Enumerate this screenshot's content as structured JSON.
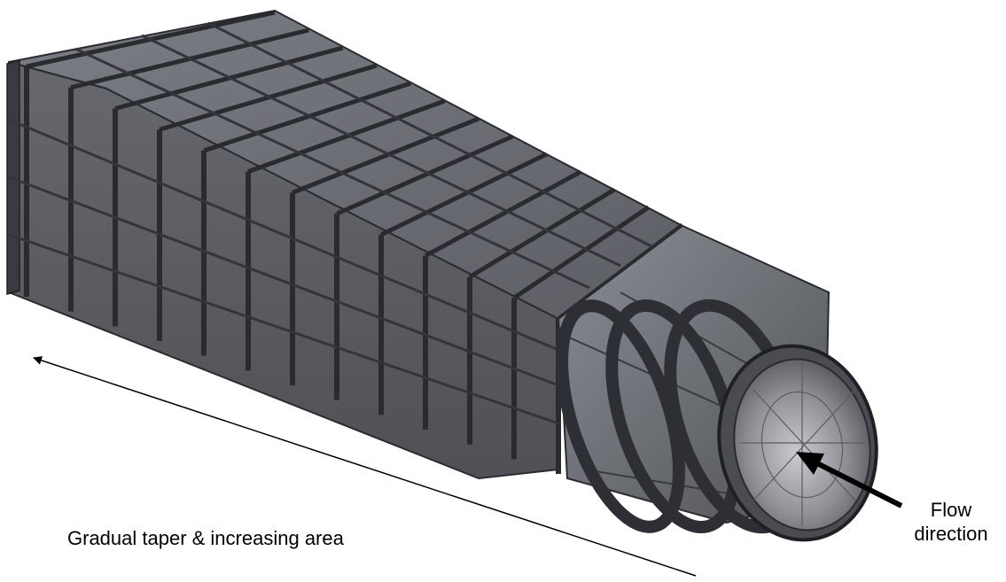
{
  "labels": {
    "taper": "Gradual taper & increasing area",
    "flow_line1": "Flow",
    "flow_line2": "direction"
  },
  "colors": {
    "duct_face": "#6a6c72",
    "duct_dark": "#3a3b40",
    "duct_light": "#8d9096",
    "rib": "#2a2b2f",
    "arrow": "#000000"
  }
}
